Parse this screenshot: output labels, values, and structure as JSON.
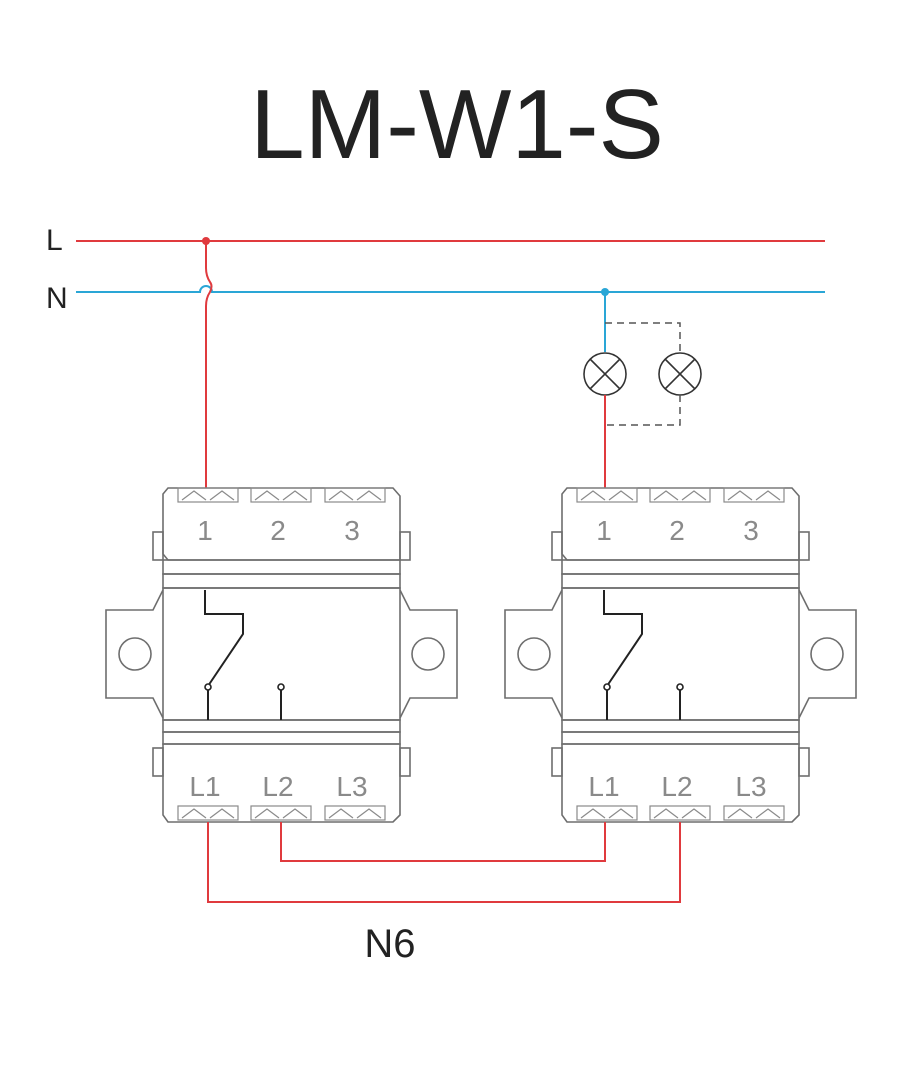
{
  "title": "LM-W1-S",
  "rails": {
    "live_label": "L",
    "neutral_label": "N"
  },
  "top_terminals": [
    "1",
    "2",
    "3"
  ],
  "bottom_terminals": [
    "L1",
    "L2",
    "L3"
  ],
  "bottom_label": "N6",
  "colors": {
    "live": "#e03a3e",
    "neutral": "#2aa6d6",
    "outline": "#6e6e6e",
    "label_gray": "#8a8a8a"
  }
}
